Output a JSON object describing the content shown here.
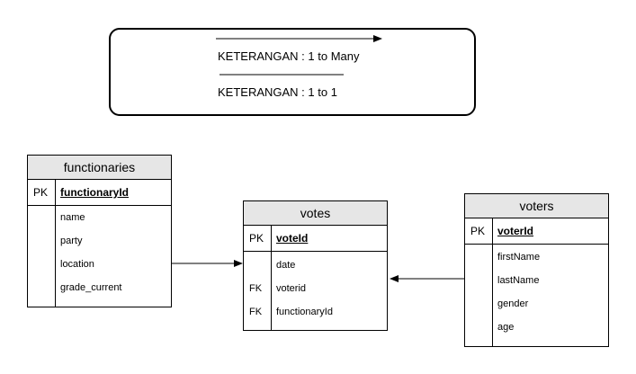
{
  "legend": {
    "one_to_many": "KETERANGAN :  1 to Many",
    "one_to_one": "KETERANGAN :  1 to 1"
  },
  "entities": {
    "functionaries": {
      "title": "functionaries",
      "pk_label": "PK",
      "pk_field": "functionaryId",
      "fields": [
        "name",
        "party",
        "location",
        "grade_current"
      ]
    },
    "votes": {
      "title": "votes",
      "pk_label": "PK",
      "pk_field": "voteId",
      "fields": [
        "date",
        "voterid",
        "functionaryId"
      ],
      "fk_label": "FK"
    },
    "voters": {
      "title": "voters",
      "pk_label": "PK",
      "pk_field": "voterId",
      "fields": [
        "firstName",
        "lastName",
        "gender",
        "age"
      ]
    }
  }
}
